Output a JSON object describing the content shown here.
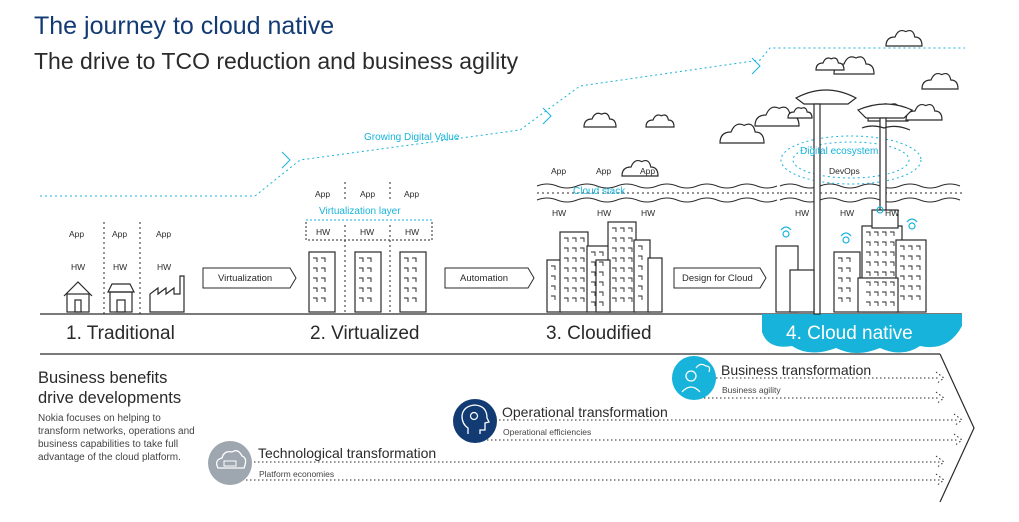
{
  "header": {
    "title": "The journey to cloud native",
    "subtitle": "The drive to TCO reduction and business agility"
  },
  "growth_label": "Growing Digital Value",
  "stages": [
    {
      "number_label": "1. Traditional"
    },
    {
      "number_label": "2. Virtualized"
    },
    {
      "number_label": "3. Cloudified"
    },
    {
      "number_label": "4. Cloud native"
    }
  ],
  "arrows": {
    "virtualization": "Virtualization",
    "automation": "Automation",
    "design_for_cloud": "Design for Cloud"
  },
  "layers": {
    "app": "App",
    "hw": "HW",
    "virtualization_layer": "Virtualization layer",
    "cloud_stack": "Cloud stack",
    "digital_ecosystem": "Digital ecosystem",
    "devops": "DevOps"
  },
  "business": {
    "heading_line1": "Business benefits",
    "heading_line2": "drive developments",
    "body": "Nokia focuses on helping to transform networks, operations and business capabilities to take full advantage of the cloud platform."
  },
  "transformations": [
    {
      "title": "Business transformation",
      "subtitle": "Business agility",
      "icon": "person-cloud-icon",
      "color": "#17b3da"
    },
    {
      "title": "Operational transformation",
      "subtitle": "Operational efficiencies",
      "icon": "head-gear-icon",
      "color": "#123b73"
    },
    {
      "title": "Technological transformation",
      "subtitle": "Platform economies",
      "icon": "cloud-server-icon",
      "color": "#9ea7b0"
    }
  ],
  "colors": {
    "navy": "#123b73",
    "cyan": "#17b3da",
    "grey": "#9ea7b0",
    "line": "#2a2a2a"
  }
}
